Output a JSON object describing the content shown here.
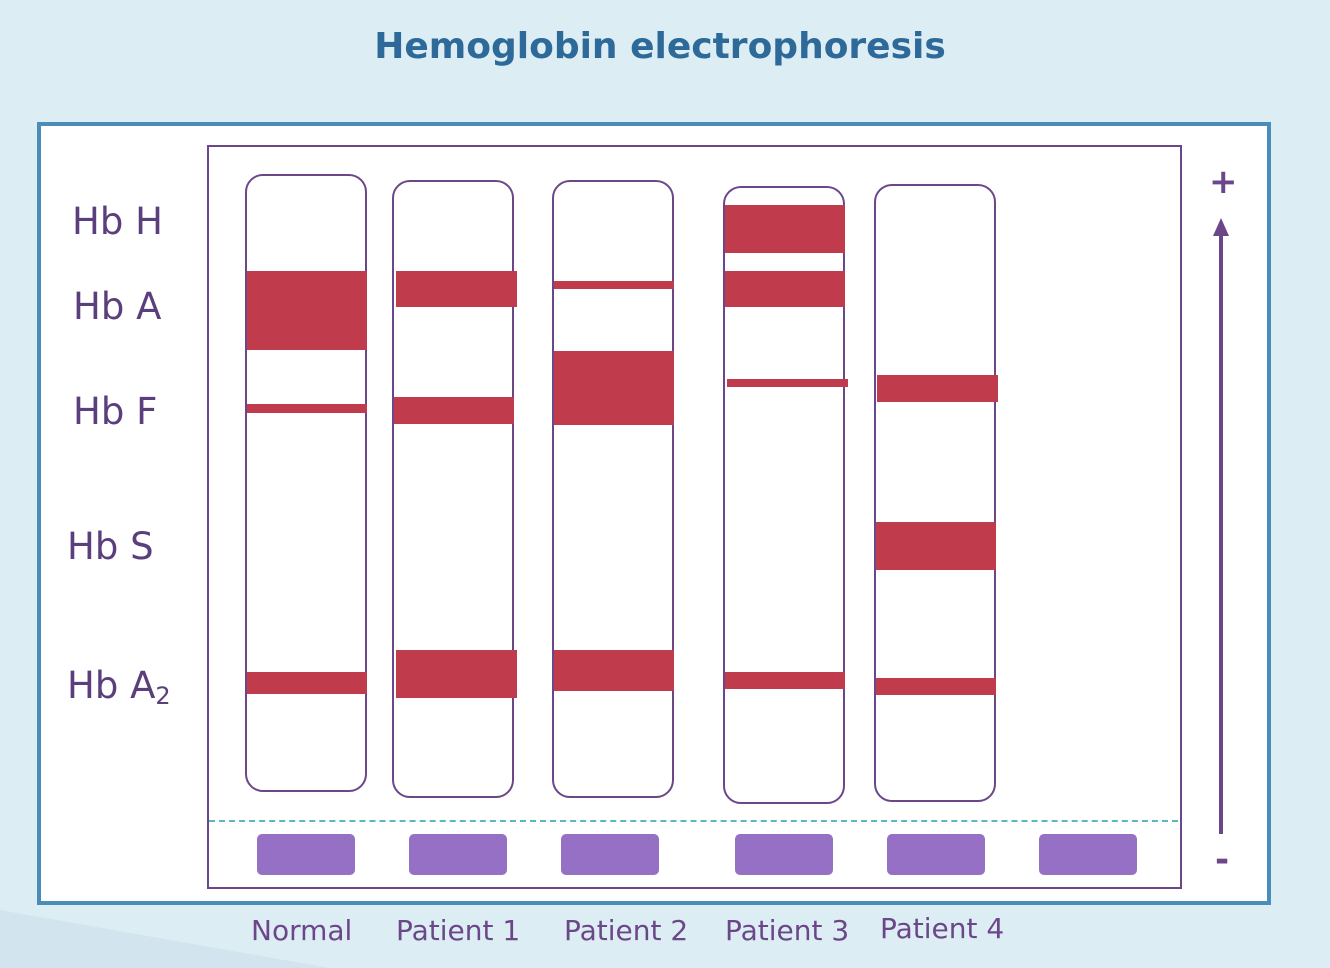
{
  "title": "Hemoglobin electrophoresis",
  "colors": {
    "background": "#ddedf4",
    "frame_border": "#4a8db8",
    "gel_border": "#6b4789",
    "band": "#c03c4d",
    "well": "#9570c4",
    "origin_line": "#5ab8bf",
    "label": "#5a3f7c"
  },
  "hemoglobin_labels": [
    {
      "base": "Hb H",
      "sub": ""
    },
    {
      "base": "Hb A",
      "sub": ""
    },
    {
      "base": "Hb F",
      "sub": ""
    },
    {
      "base": "Hb S",
      "sub": ""
    },
    {
      "base": "Hb A",
      "sub": "2"
    }
  ],
  "lanes": [
    {
      "label": "Normal"
    },
    {
      "label": "Patient 1"
    },
    {
      "label": "Patient 2"
    },
    {
      "label": "Patient 3"
    },
    {
      "label": "Patient 4"
    }
  ],
  "polarity": {
    "positive": "+",
    "negative": "-"
  }
}
